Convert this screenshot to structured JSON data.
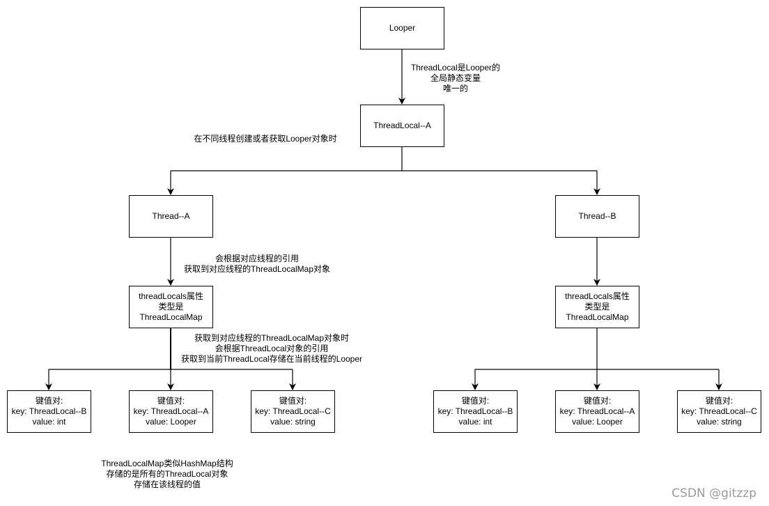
{
  "boxes": {
    "looper": [
      "Looper"
    ],
    "threadlocal_a": [
      "ThreadLocal--A"
    ],
    "thread_a": [
      "Thread--A"
    ],
    "thread_b": [
      "Thread--B"
    ],
    "tl_map_a": [
      "threadLocals属性",
      "类型是",
      "ThreadLocalMap"
    ],
    "tl_map_b": [
      "threadLocals属性",
      "类型是",
      "ThreadLocalMap"
    ],
    "a_entry_b": [
      "键值对:",
      "key: ThreadLocal--B",
      "value: int"
    ],
    "a_entry_a": [
      "键值对:",
      "key: ThreadLocal--A",
      "value: Looper"
    ],
    "a_entry_c": [
      "键值对:",
      "key: ThreadLocal--C",
      "value: string"
    ],
    "b_entry_b": [
      "键值对:",
      "key: ThreadLocal--B",
      "value: int"
    ],
    "b_entry_a": [
      "键值对:",
      "key: ThreadLocal--A",
      "value: Looper"
    ],
    "b_entry_c": [
      "键值对:",
      "key: ThreadLocal--C",
      "value: string"
    ]
  },
  "notes": {
    "looper_static": [
      "ThreadLocal是Looper的",
      "全局静态变量",
      "唯一的"
    ],
    "create_or_get": [
      "在不同线程创建或者获取Looper对象时"
    ],
    "get_map": [
      "会根据对应线程的引用",
      "获取到对应线程的ThreadLocalMap对象"
    ],
    "get_looper": [
      "获取到对应线程的ThreadLocalMap对象时",
      "会根据ThreadLocal对象的引用",
      "获取到当前ThreadLocal存储在当前线程的Looper"
    ],
    "map_like": [
      "ThreadLocalMap类似HashMap结构",
      "存储的是所有的ThreadLocal对象",
      "存储在该线程的值"
    ]
  },
  "watermark": "CSDN @gitzzp"
}
